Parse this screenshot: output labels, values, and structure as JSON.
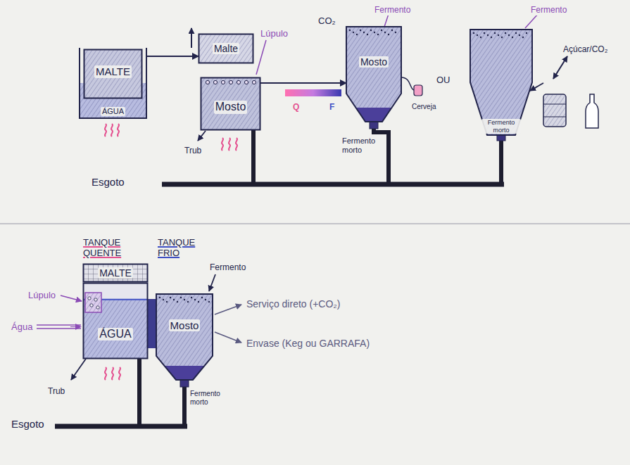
{
  "diagram": {
    "nodes": [
      {
        "text": [
          "ÁGUA"
        ]
      },
      {
        "text": [
          "MALTE"
        ],
        "in": 0
      },
      {
        "text": [
          "Malte"
        ]
      },
      {
        "text": [
          "Mosto"
        ]
      },
      {
        "text": [
          "Mosto"
        ]
      },
      {
        "text": [
          "Fermento morto"
        ]
      },
      {
        "text": [
          "MALTE"
        ]
      },
      {
        "text": [
          "ÁGUA"
        ]
      },
      {
        "text": [
          "Mosto"
        ]
      }
    ],
    "edges": [
      {
        "from": 0,
        "to": 2,
        "arrow": "to"
      },
      {
        "from": 3,
        "to": 4,
        "arrow": "to"
      },
      {
        "from": 7,
        "to": 8,
        "arrow": "none"
      }
    ],
    "labels": [
      "Lúpulo",
      "CO₂",
      "Fermento",
      "Fermento",
      "Açúcar/CO₂",
      "Q",
      "F",
      "OU",
      "Cerveja",
      "Fermento morto",
      "Trub",
      "Esgoto",
      "TANQUE QUENTE",
      "TANQUE FRIO",
      "Fermento",
      "Lúpulo",
      "Água",
      "Serviço direto (+CO₂)",
      "Envase (Keg ou GARRAFA)",
      "Trub",
      "Fermento morto",
      "Esgoto"
    ]
  }
}
